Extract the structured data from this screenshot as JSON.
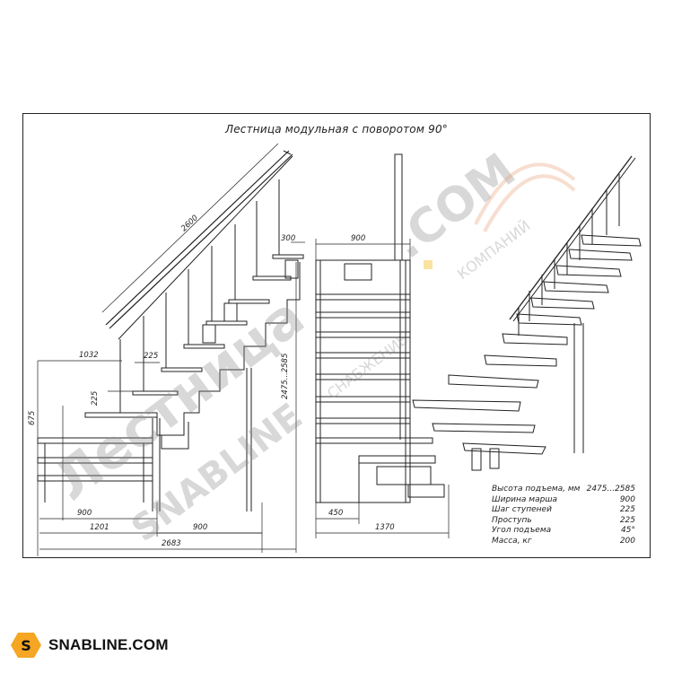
{
  "title": "Лестница модульная с поворотом 90°",
  "dimensions": {
    "rail_length": "2600",
    "top_offset": "300",
    "left_height": "1032",
    "step_depth_top": "225",
    "riser_small": "225",
    "lower_height": "675",
    "total_height": "2475...2585",
    "bottom_width_left": "900",
    "base_length_a": "1201",
    "base_length_b": "900",
    "total_length": "2683",
    "front_width": "900",
    "front_bottom_left": "450",
    "front_bottom_total": "1370"
  },
  "specs": [
    {
      "label": "Высота подъема, мм",
      "value": "2475...2585"
    },
    {
      "label": "Ширина марша",
      "value": "900"
    },
    {
      "label": "Шаг ступеней",
      "value": "225"
    },
    {
      "label": "Проступь",
      "value": "225"
    },
    {
      "label": "Угол подъема",
      "value": "45°"
    },
    {
      "label": "Масса, кг",
      "value": "200"
    }
  ],
  "watermark": {
    "main": "Лестница",
    "domain": ".COM",
    "tag1": "СНАБЖЕНИЕ",
    "tag2": "КОМПАНИЙ",
    "brand": "SNABLINE"
  },
  "footer": {
    "logo_letter": "S",
    "site": "SNABLINE.COM"
  },
  "colors": {
    "line": "#222222",
    "logo": "#f5a623",
    "watermark": "#9a9a9a"
  }
}
